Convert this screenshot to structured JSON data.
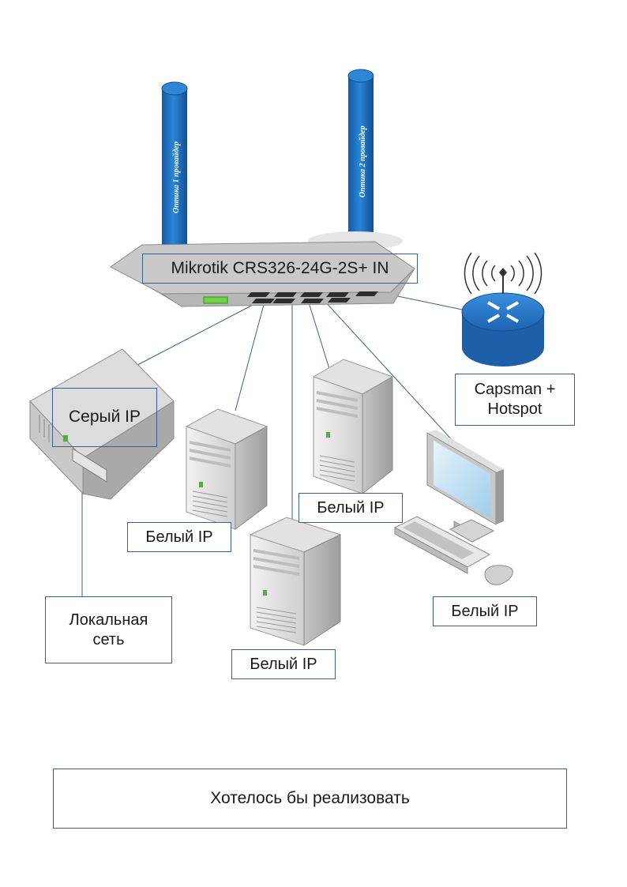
{
  "switch": {
    "label": "Mikrotik CRS326-24G-2S+ IN"
  },
  "uplinks": [
    {
      "label": "Оптика 1 провайдер"
    },
    {
      "label": "Оптика 2 провайдер"
    }
  ],
  "access_point": {
    "label": "Capsman +\nHotspot"
  },
  "gray_server": {
    "label": "Серый IP"
  },
  "local_network": {
    "label": "Локальная\nсеть"
  },
  "white_servers": [
    {
      "label": "Белый IP"
    },
    {
      "label": "Белый IP"
    },
    {
      "label": "Белый IP"
    }
  ],
  "workstation": {
    "label": "Белый IP"
  },
  "footer": {
    "label": "Хотелось бы реализовать"
  },
  "colors": {
    "line": "#3a5f8a",
    "cylinder": "#1f72c4",
    "router": "#2f7fd0",
    "device_gray": "#d6d6d6"
  }
}
